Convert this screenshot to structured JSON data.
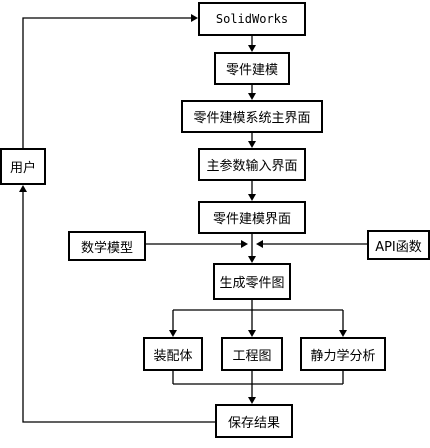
{
  "diagram": {
    "nodes": {
      "solidworks": "SolidWorks",
      "part_modeling": "零件建模",
      "part_modeling_main_ui": "零件建模系统主界面",
      "main_param_input_ui": "主参数输入界面",
      "part_modeling_ui": "零件建模界面",
      "math_model": "数学模型",
      "api_functions": "API函数",
      "generate_part_drawing": "生成零件图",
      "assembly": "装配体",
      "engineering_drawing": "工程图",
      "static_analysis": "静力学分析",
      "save_results": "保存结果",
      "user": "用户"
    }
  }
}
